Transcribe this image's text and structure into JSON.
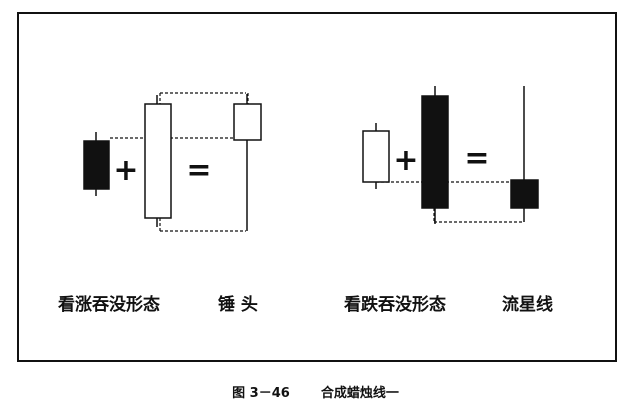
{
  "panels": [
    {
      "pattern_label": "看涨吞没形态",
      "result_label": "锤 头"
    },
    {
      "pattern_label": "看跌吞没形态",
      "result_label": "流星线"
    }
  ],
  "operators": {
    "plus": "+",
    "equals": "="
  },
  "caption": {
    "figure_number": "图 3－46",
    "title": "合成蜡烛线一"
  },
  "colors": {
    "ink": "#111111",
    "bearish_fill": "#111111",
    "bullish_fill": "#ffffff"
  }
}
